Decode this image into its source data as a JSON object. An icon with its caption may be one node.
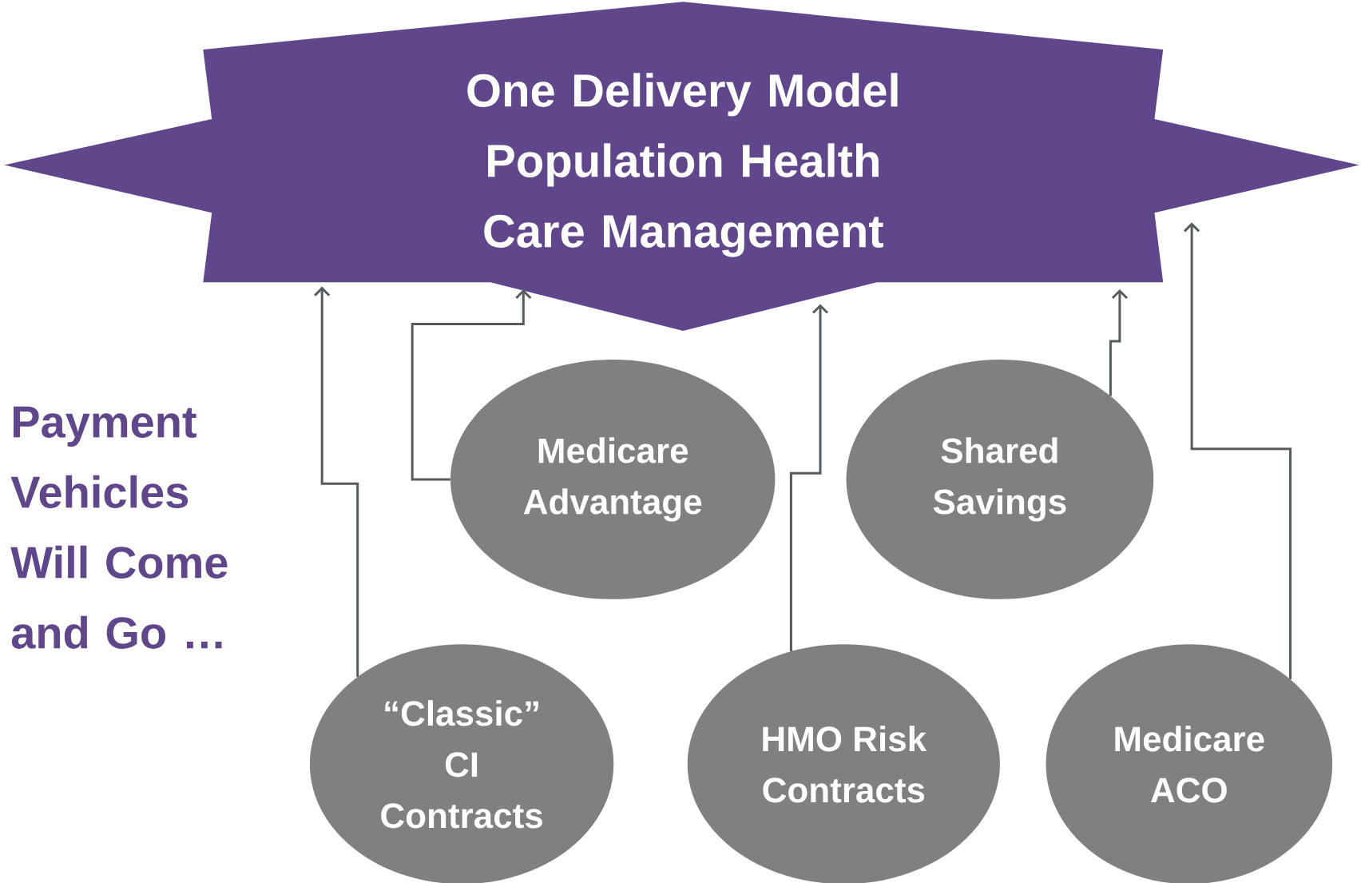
{
  "diagram": {
    "nodes": [
      {
        "text": [
          "One Delivery Model Population Health Care Management"
        ]
      },
      {
        "text": [
          "Medicare Advantage"
        ]
      },
      {
        "text": [
          "Shared Savings"
        ]
      },
      {
        "text": [
          "“Classic” CI Contracts"
        ]
      },
      {
        "text": [
          "HMO Risk Contracts"
        ]
      },
      {
        "text": [
          "Medicare ACO"
        ]
      }
    ],
    "edges": [
      {
        "from": 3,
        "to": 0,
        "arrow": "to"
      },
      {
        "from": 1,
        "to": 0,
        "arrow": "to"
      },
      {
        "from": 4,
        "to": 0,
        "arrow": "to"
      },
      {
        "from": 2,
        "to": 0,
        "arrow": "to"
      },
      {
        "from": 5,
        "to": 0,
        "arrow": "to"
      }
    ],
    "labels": [
      "Payment Vehicles Will Come and Go …"
    ]
  }
}
